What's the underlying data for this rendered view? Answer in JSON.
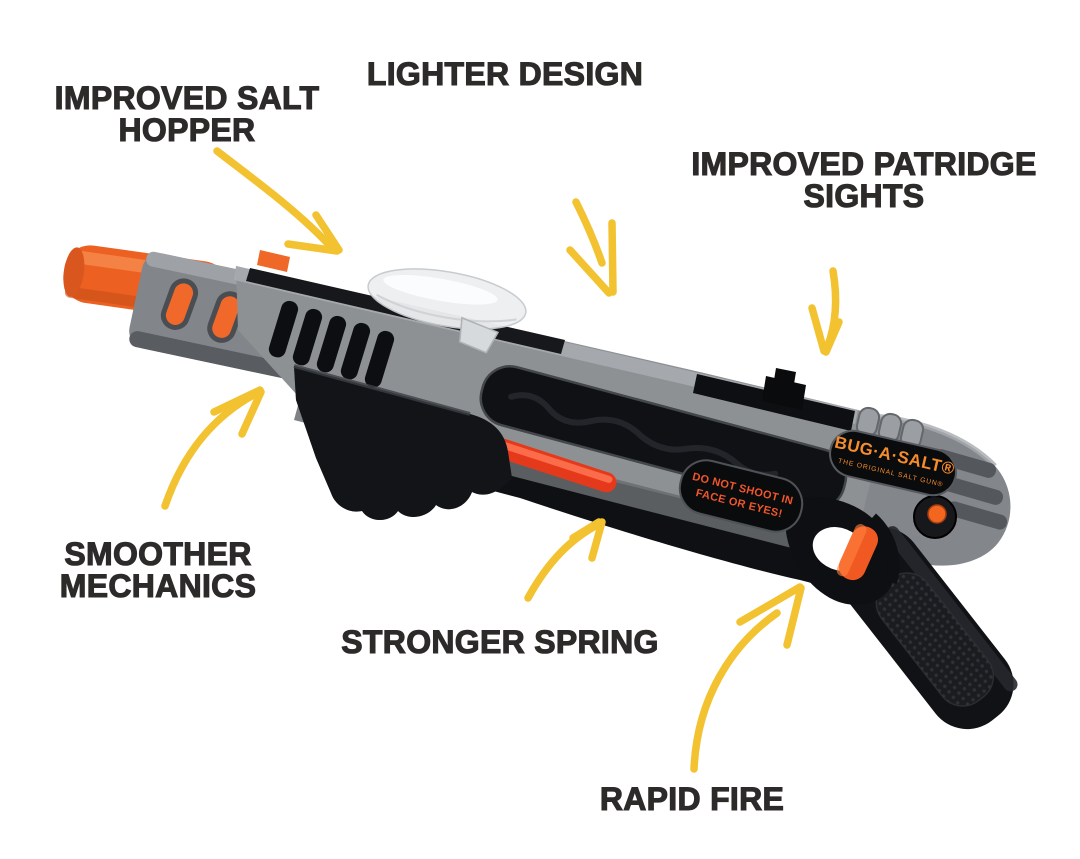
{
  "page": {
    "background": "#ffffff",
    "description": "BUG-A-SALT salt gun product image with six annotated feature callouts and yellow hand-drawn arrows"
  },
  "colors": {
    "label_text": "#2d2b29",
    "arrow_yellow": "#f2c230",
    "gun_gray": "#8e9194",
    "gun_black": "#121316",
    "gun_orange": "#ee6425",
    "spring_red": "#e5391c",
    "badge_text_orange": "#f68c2c",
    "warning_text_orange": "#f0562b"
  },
  "labels": {
    "salt_hopper": "IMPROVED SALT HOPPER",
    "lighter_design": "LIGHTER DESIGN",
    "patridge_sights": "IMPROVED PATRIDGE SIGHTS",
    "smoother_mechanics": "SMOOTHER MECHANICS",
    "stronger_spring": "STRONGER SPRING",
    "rapid_fire": "RAPID FIRE"
  },
  "gun": {
    "brand_name": "BUG·A·SALT®",
    "brand_tagline": "THE ORIGINAL SALT GUN®",
    "warning_line1": "DO NOT SHOOT IN",
    "warning_line2": "FACE OR EYES!"
  }
}
